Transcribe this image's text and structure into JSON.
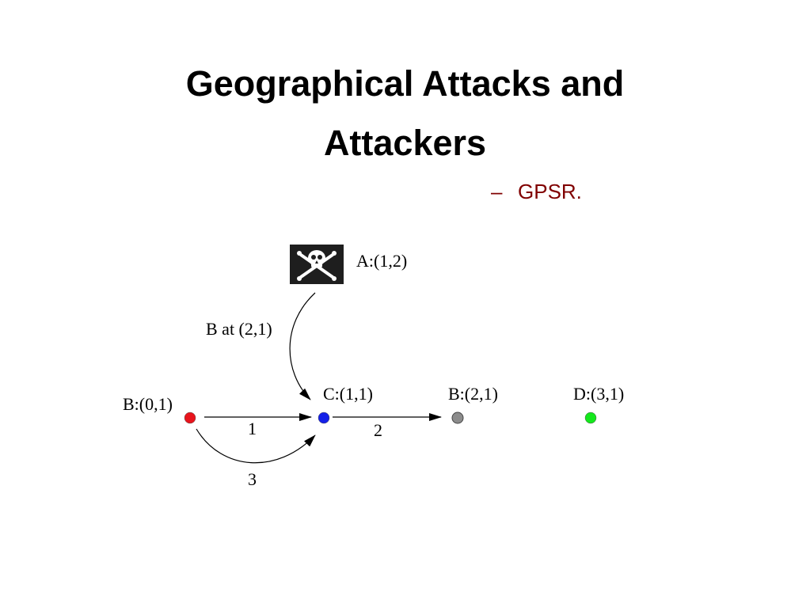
{
  "slide": {
    "title_line1": "Geographical Attacks and",
    "title_line2": "Attackers",
    "bullet_dash": "–",
    "bullet_text": "GPSR."
  },
  "diagram": {
    "nodes": {
      "attacker": {
        "label": "A:(1,2)",
        "icon": "skull-crossbones-icon"
      },
      "b_real": {
        "label": "B:(0,1)",
        "color": "#e8141c"
      },
      "c": {
        "label": "C:(1,1)",
        "color": "#1420e8"
      },
      "b_claimed": {
        "label": "B:(2,1)",
        "color": "#8c8c8c"
      },
      "d": {
        "label": "D:(3,1)",
        "color": "#14e81c"
      }
    },
    "edges": {
      "spoof_label": "B at (2,1)",
      "e1_label": "1",
      "e2_label": "2",
      "e3_label": "3"
    }
  }
}
